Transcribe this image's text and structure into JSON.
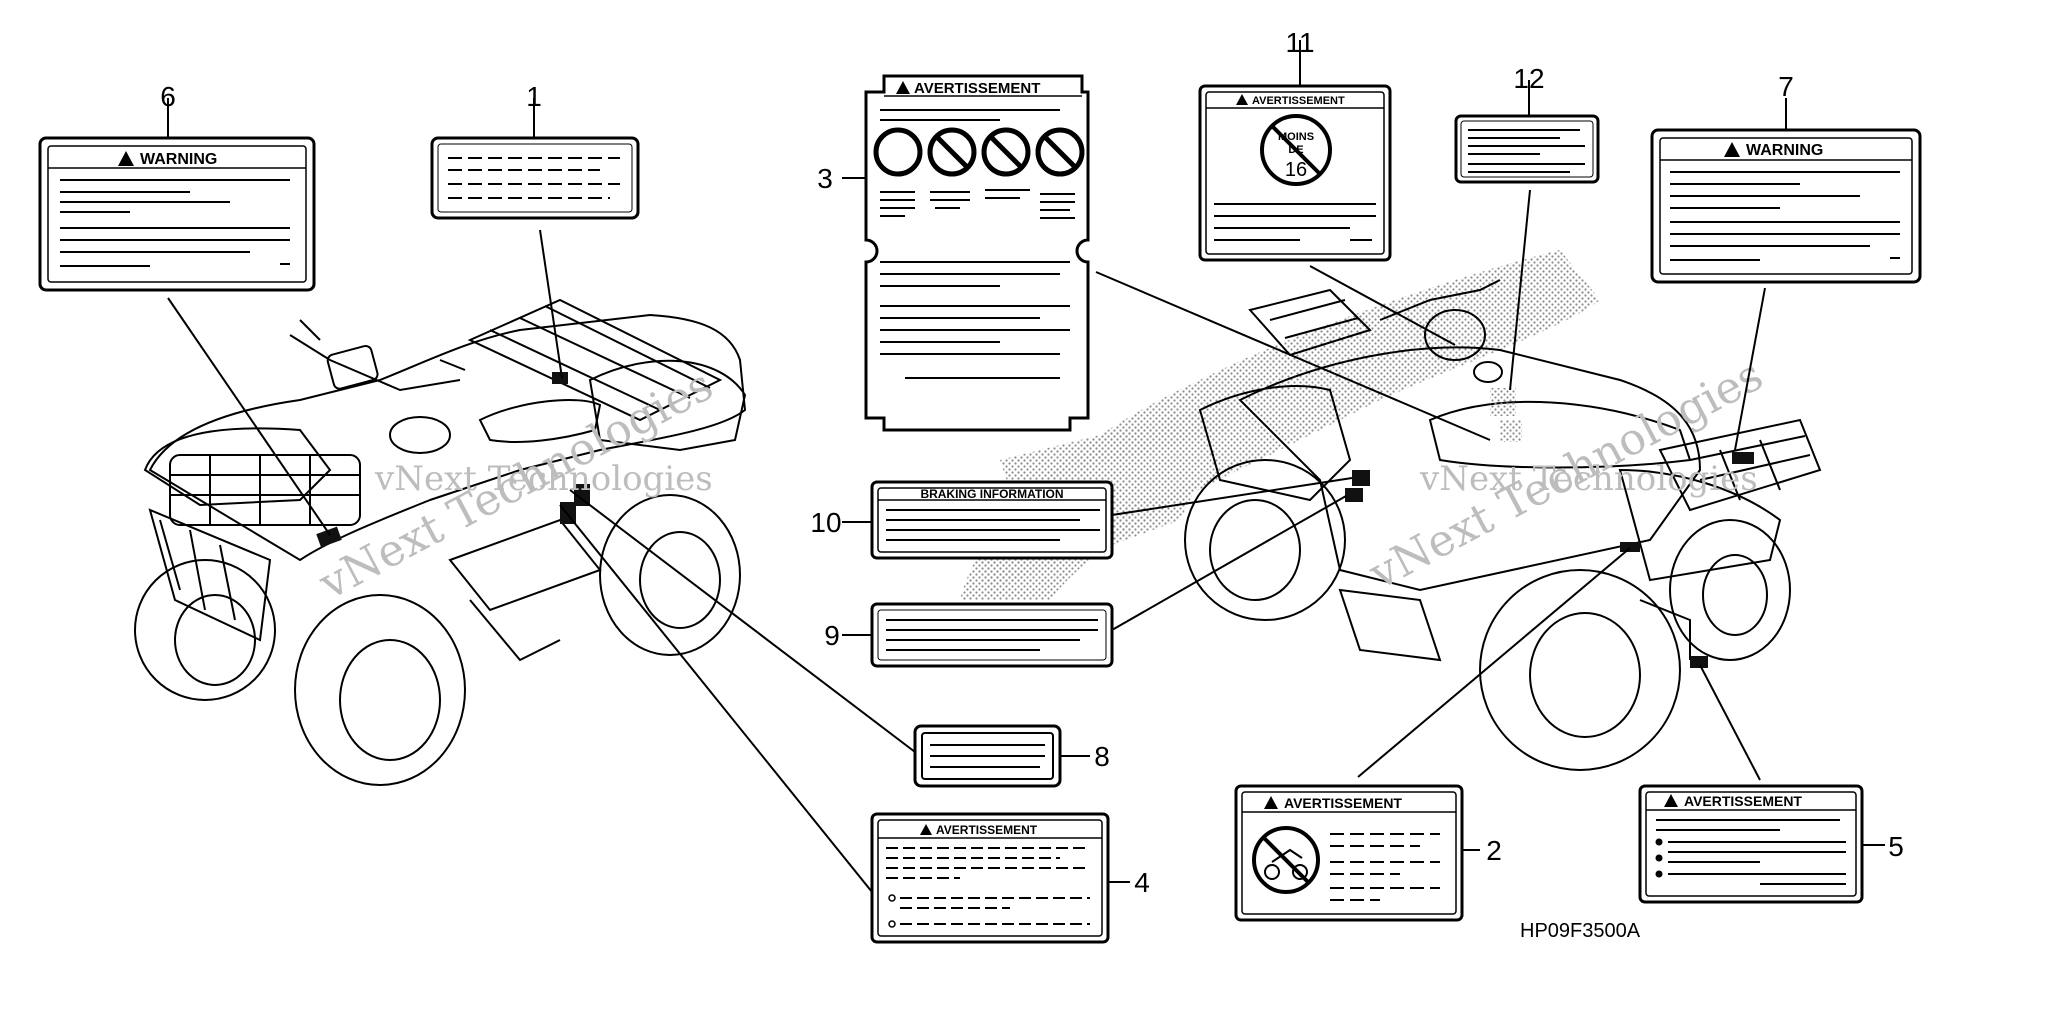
{
  "diagram": {
    "code": "HP09F3500A",
    "watermark": "vNext Technologies"
  },
  "callouts": {
    "c1": "1",
    "c2": "2",
    "c3": "3",
    "c4": "4",
    "c5": "5",
    "c6": "6",
    "c7": "7",
    "c8": "8",
    "c9": "9",
    "c10": "10",
    "c11": "11",
    "c12": "12"
  },
  "labels": {
    "label6_header": "WARNING",
    "label7_header": "WARNING",
    "label3_header": "AVERTISSEMENT",
    "label11_header": "AVERTISSEMENT",
    "label11_badge": [
      "MOINS",
      "DE",
      "16"
    ],
    "label10_header": "BRAKING INFORMATION",
    "label4_header": "AVERTISSEMENT",
    "label2_header": "AVERTISSEMENT",
    "label5_header": "AVERTISSEMENT"
  }
}
